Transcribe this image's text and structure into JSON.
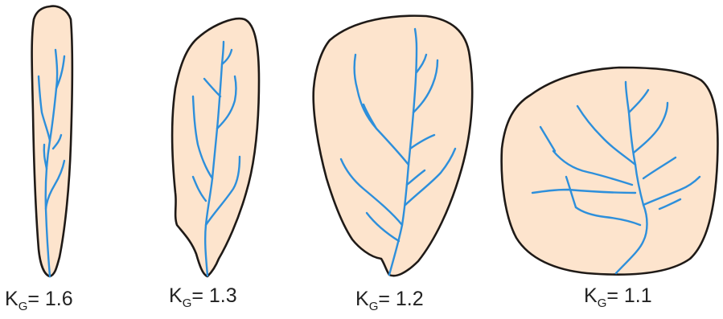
{
  "diagram": {
    "basins": [
      {
        "symbol": "K",
        "subscript": "G",
        "value": "= 1.6"
      },
      {
        "symbol": "K",
        "subscript": "G",
        "value": "= 1.3"
      },
      {
        "symbol": "K",
        "subscript": "G",
        "value": "= 1.2"
      },
      {
        "symbol": "K",
        "subscript": "G",
        "value": "= 1.1"
      }
    ],
    "colors": {
      "basin_fill": "#fde4cd",
      "basin_outline": "#1f1a17",
      "stream": "#2d8fdb"
    }
  }
}
